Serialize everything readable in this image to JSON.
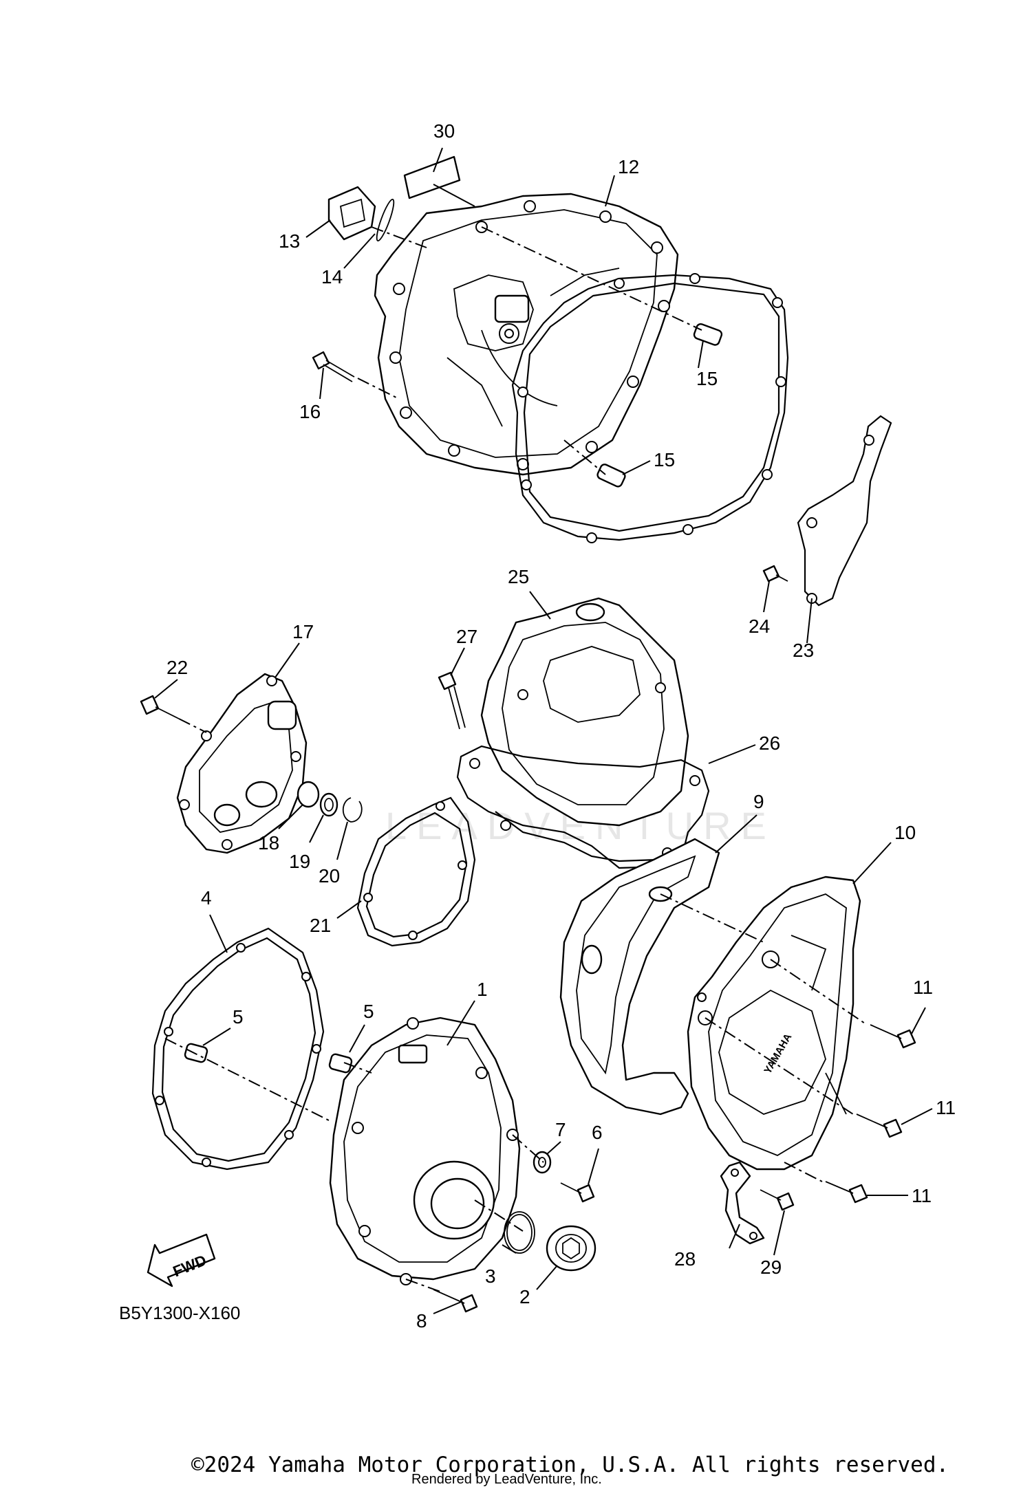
{
  "diagram": {
    "callouts": {
      "c1": "1",
      "c2": "2",
      "c3": "3",
      "c4": "4",
      "c5a": "5",
      "c5b": "5",
      "c6": "6",
      "c7": "7",
      "c8": "8",
      "c9": "9",
      "c10": "10",
      "c11a": "11",
      "c11b": "11",
      "c11c": "11",
      "c12": "12",
      "c13": "13",
      "c14": "14",
      "c15a": "15",
      "c15b": "15",
      "c16": "16",
      "c17": "17",
      "c18": "18",
      "c19": "19",
      "c20": "20",
      "c21": "21",
      "c22": "22",
      "c23": "23",
      "c24": "24",
      "c25": "25",
      "c26": "26",
      "c27": "27",
      "c28": "28",
      "c29": "29",
      "c30": "30"
    },
    "fwd_label": "FWD",
    "cover_logo": "YAMAHA",
    "diagram_code": "B5Y1300-X160",
    "watermark": "LEADVENTURE"
  },
  "footer": {
    "copyright": "©2024 Yamaha Motor Corporation, U.S.A. All rights reserved.",
    "rendered_by": "Rendered by LeadVenture, Inc."
  }
}
